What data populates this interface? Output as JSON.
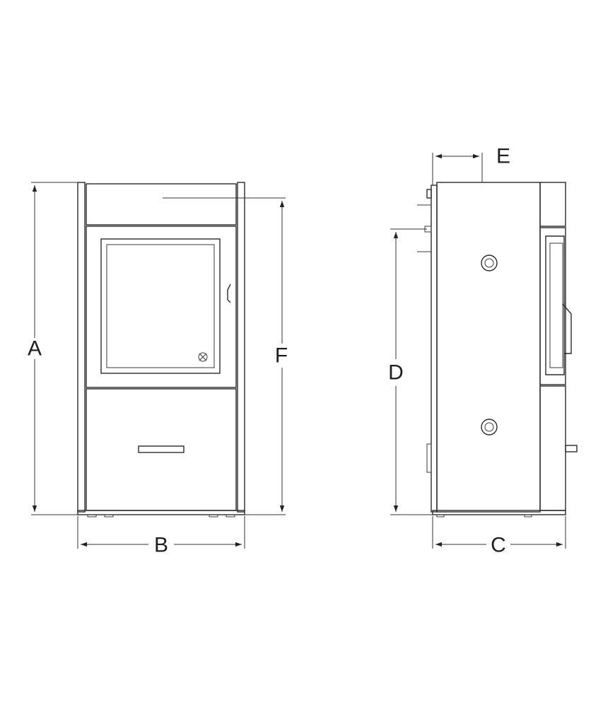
{
  "dimension_labels": {
    "a": "A",
    "b": "B",
    "c": "C",
    "d": "D",
    "e": "E",
    "f": "F"
  },
  "colors": {
    "line": "#2b2b2b",
    "background": "#ffffff"
  }
}
